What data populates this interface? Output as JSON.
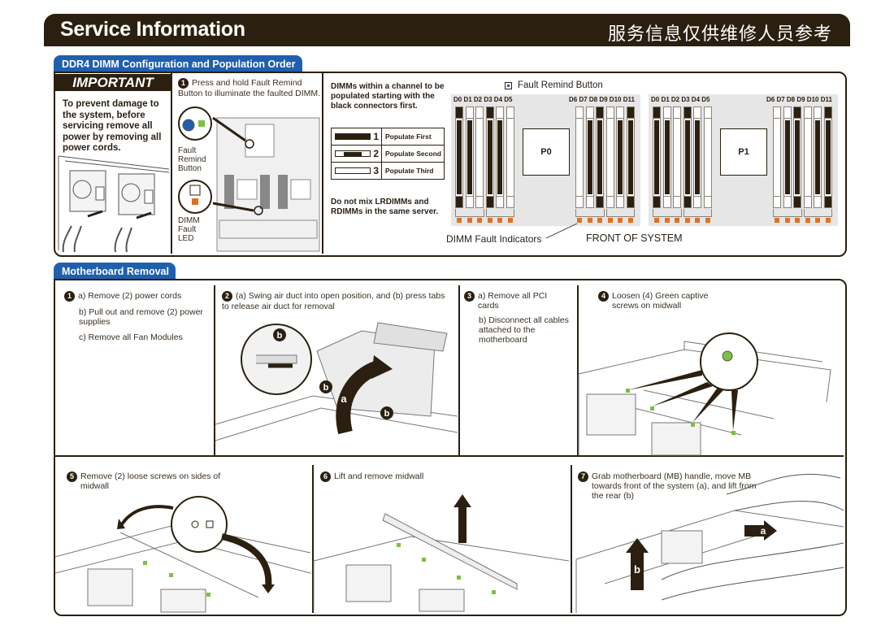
{
  "header": {
    "title": "Service Information",
    "subtitle_cn": "服务信息仅供维修人员参考"
  },
  "dimm_section": {
    "tab_label": "DDR4 DIMM Configuration and Population Order",
    "important": {
      "heading": "IMPORTANT",
      "text": "To prevent damage to the system, before servicing remove all power by removing all power cords."
    },
    "step1": {
      "number": "1",
      "text": "Press and hold Fault Remind Button to illuminate the faulted DIMM.",
      "fault_remind_label": "Fault Remind Button",
      "dimm_fault_led_label": "DIMM Fault LED"
    },
    "channel_note": "DIMMs within a channel to be populated starting with the black connectors first.",
    "legend": [
      {
        "number": "1",
        "label": "Populate First"
      },
      {
        "number": "2",
        "label": "Populate Second"
      },
      {
        "number": "3",
        "label": "Populate Third"
      }
    ],
    "mix_note": "Do not mix LRDIMMs and RDIMMs in the same server.",
    "fault_remind_button_label": "Fault Remind Button",
    "dimm_fault_indicators_label": "DIMM Fault Indicators",
    "front_of_system_label": "FRONT OF SYSTEM",
    "processors": [
      {
        "name": "P0",
        "left_slots": [
          "D0",
          "D1",
          "D2",
          "D3",
          "D4",
          "D5"
        ],
        "right_slots": [
          "D6",
          "D7",
          "D8",
          "D9",
          "D10",
          "D11"
        ],
        "left_order": [
          1,
          2,
          3,
          1,
          2,
          3
        ],
        "right_order": [
          3,
          2,
          1,
          3,
          2,
          1
        ]
      },
      {
        "name": "P1",
        "left_slots": [
          "D0",
          "D1",
          "D2",
          "D3",
          "D4",
          "D5"
        ],
        "right_slots": [
          "D6",
          "D7",
          "D8",
          "D9",
          "D10",
          "D11"
        ],
        "left_order": [
          1,
          2,
          3,
          1,
          2,
          3
        ],
        "right_order": [
          3,
          2,
          1,
          3,
          2,
          1
        ]
      }
    ]
  },
  "motherboard_section": {
    "tab_label": "Motherboard Removal",
    "steps": [
      {
        "number": "1",
        "lines": [
          "a) Remove (2) power cords",
          "b) Pull out and remove (2) power supplies",
          "c) Remove all Fan Modules"
        ]
      },
      {
        "number": "2",
        "lines": [
          "(a) Swing air duct into open position, and (b) press tabs to release air duct for removal"
        ],
        "callouts": [
          "a",
          "b",
          "b",
          "b"
        ]
      },
      {
        "number": "3",
        "lines": [
          "a) Remove all PCI cards",
          "b) Disconnect all cables attached to the motherboard"
        ]
      },
      {
        "number": "4",
        "lines": [
          "Loosen (4) Green captive screws on midwall"
        ]
      },
      {
        "number": "5",
        "lines": [
          "Remove (2) loose screws on sides of midwall"
        ]
      },
      {
        "number": "6",
        "lines": [
          "Lift and remove midwall"
        ]
      },
      {
        "number": "7",
        "lines": [
          "Grab motherboard (MB) handle, move MB towards front of the system (a), and lift from the rear (b)"
        ],
        "callouts": [
          "a",
          "b"
        ]
      }
    ]
  },
  "colors": {
    "dark_brown": "#2b2010",
    "tab_blue": "#1f5fae",
    "fault_led_orange": "#e07020",
    "fault_button_blue": "#1f5fae",
    "screw_green": "#7fbf3f"
  }
}
